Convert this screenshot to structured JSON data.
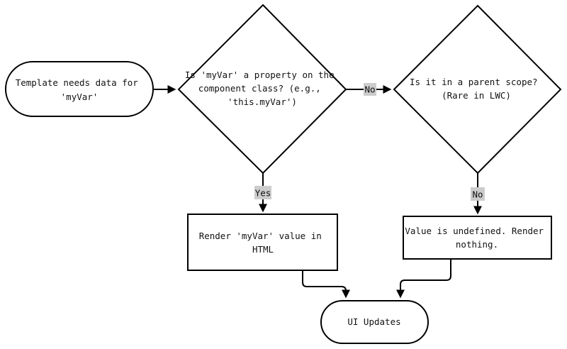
{
  "nodes": {
    "start": {
      "lines": [
        "Template needs data for",
        "'myVar'"
      ]
    },
    "decision_property": {
      "lines": [
        "Is 'myVar' a property on the",
        "component class? (e.g.,",
        "'this.myVar')"
      ]
    },
    "decision_parent": {
      "lines": [
        "Is it in a parent scope?",
        "(Rare in LWC)"
      ]
    },
    "render_value": {
      "lines": [
        "Render 'myVar' value in",
        "HTML"
      ]
    },
    "undefined_value": {
      "lines": [
        "Value is undefined. Render",
        "nothing."
      ]
    },
    "ui_updates": {
      "lines": [
        "UI Updates"
      ]
    }
  },
  "edges": {
    "property_no": "No",
    "property_yes": "Yes",
    "parent_no": "No"
  }
}
